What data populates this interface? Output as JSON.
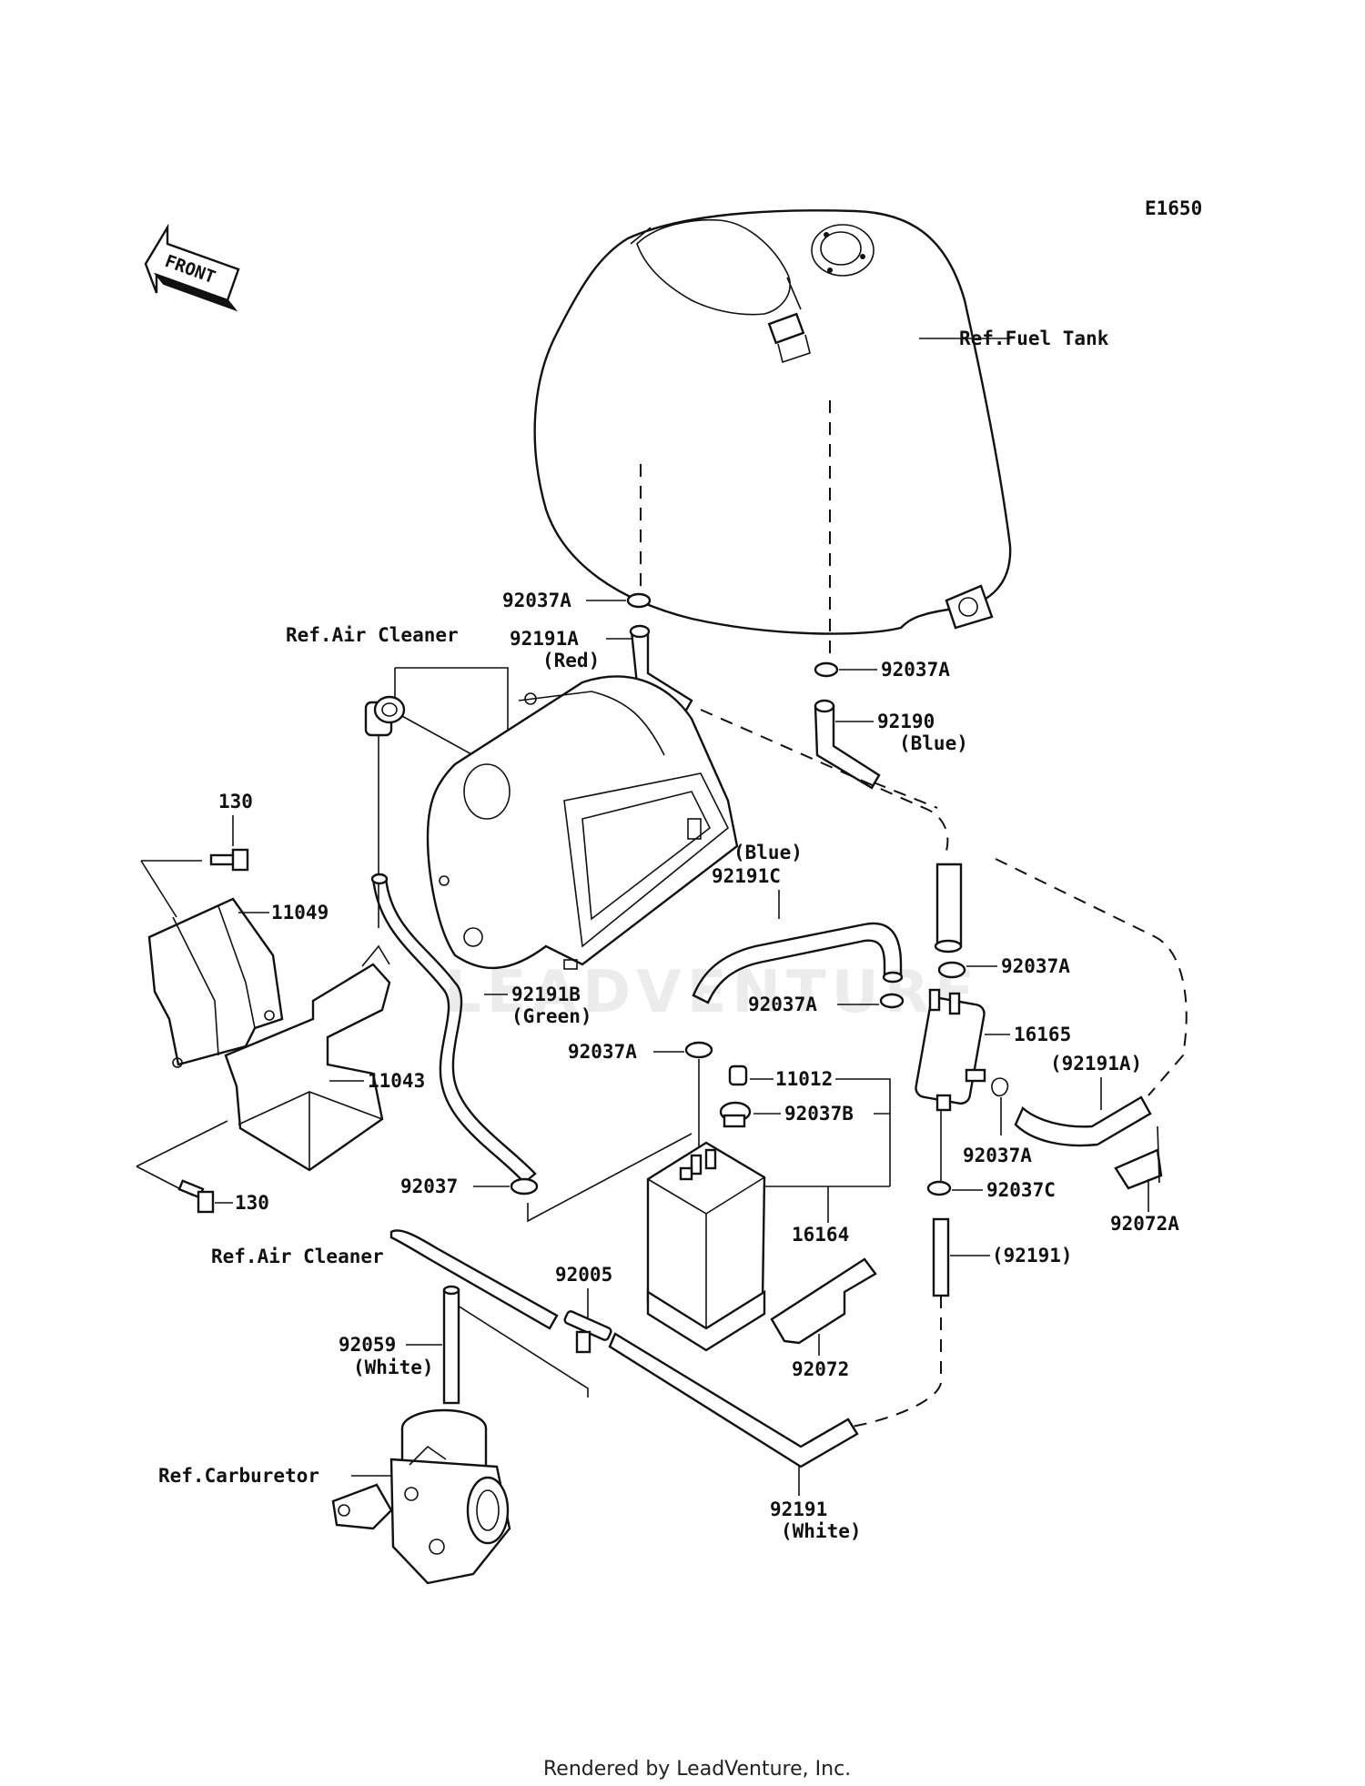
{
  "diagram_code": "E1650",
  "front_label": "FRONT",
  "watermark": "LEADVENTURE",
  "footer": "Rendered by LeadVenture, Inc.",
  "labels": {
    "fuel_tank": "Ref.Fuel Tank",
    "air_cleaner_top": "Ref.Air Cleaner",
    "air_cleaner_bottom": "Ref.Air Cleaner",
    "carburetor": "Ref.Carburetor",
    "p92037A_1": "92037A",
    "p92191A": "92191A",
    "p92191A_color": "(Red)",
    "p92037A_2": "92037A",
    "p92190": "92190",
    "p92190_color": "(Blue)",
    "p130_top": "130",
    "p11049": "11049",
    "p92191C_color": "(Blue)",
    "p92191C": "92191C",
    "p92037A_3": "92037A",
    "p92191B": "92191B",
    "p92191B_color": "(Green)",
    "p92037A_4": "92037A",
    "p16165": "16165",
    "p92037A_5": "92037A",
    "p11043": "11043",
    "p11012": "11012",
    "p92191A_paren": "(92191A)",
    "p92037B": "92037B",
    "p92037A_6": "92037A",
    "p92037": "92037",
    "p92037C": "92037C",
    "p130_bottom": "130",
    "p16164": "16164",
    "p92072A": "92072A",
    "p92191_paren": "(92191)",
    "p92005": "92005",
    "p92059": "92059",
    "p92059_color": "(White)",
    "p92072": "92072",
    "p92191": "92191",
    "p92191_color": "(White)"
  }
}
